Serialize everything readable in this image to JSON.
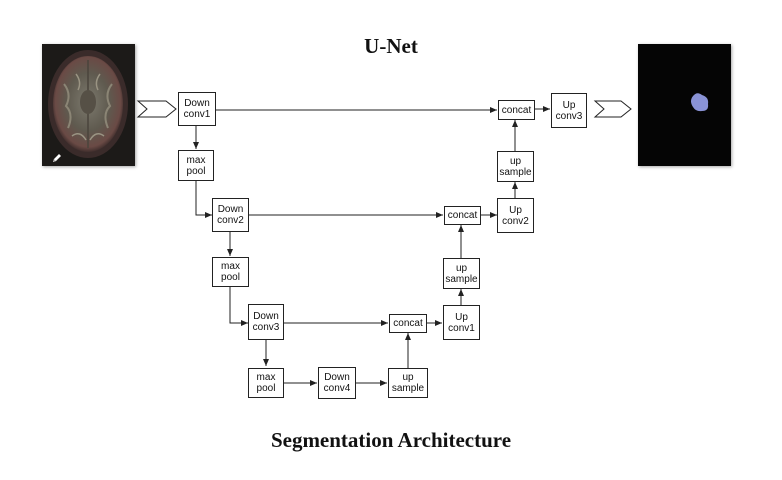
{
  "title": "U-Net",
  "subtitle": "Segmentation Architecture",
  "blocks": {
    "down_conv1": "Down\nconv1",
    "max_pool1": "max\npool",
    "down_conv2": "Down\nconv2",
    "max_pool2": "max\npool",
    "down_conv3": "Down\nconv3",
    "max_pool3": "max\npool",
    "down_conv4": "Down\nconv4",
    "up_sample1": "up\nsample",
    "concat1": "concat",
    "up_conv1": "Up\nconv1",
    "up_sample2": "up\nsample",
    "concat2": "concat",
    "up_conv2": "Up\nconv2",
    "up_sample3": "up\nsample",
    "concat3": "concat",
    "up_conv3": "Up\nconv3"
  },
  "colors": {
    "line": "#222222",
    "mask_blob": "#8a93d6",
    "mask_bg": "#050505"
  },
  "icons": {
    "input_image": "brain-mri-scan",
    "output_image": "segmentation-mask",
    "edit": "pencil-icon"
  }
}
